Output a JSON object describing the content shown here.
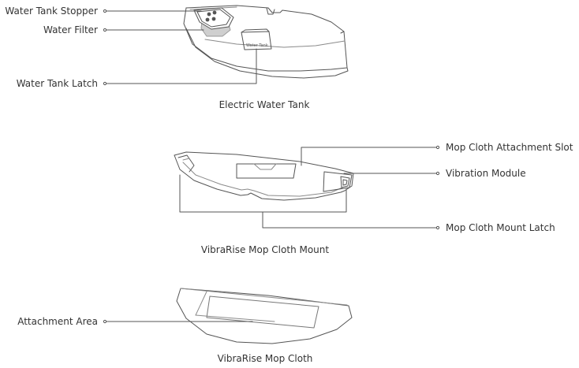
{
  "tank": {
    "caption": "Electric Water Tank",
    "embossed": "Water Tank",
    "stopper_label": "Water Tank Stopper",
    "filter_label": "Water Filter",
    "latch_label": "Water Tank Latch"
  },
  "mount": {
    "caption": "VibraRise Mop Cloth Mount",
    "slot_label": "Mop Cloth Attachment Slot",
    "vibration_label": "Vibration Module",
    "latch_label": "Mop Cloth Mount Latch"
  },
  "cloth": {
    "caption": "VibraRise Mop Cloth",
    "area_label": "Attachment Area"
  },
  "colors": {
    "line": "#555555",
    "text": "#333333",
    "filter_fill": "#cfcfcf",
    "cloth_pad": "#bdbdbd"
  }
}
